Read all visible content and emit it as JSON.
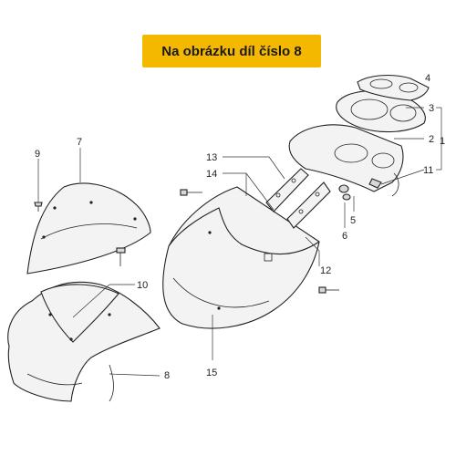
{
  "banner": {
    "text": "Na obrázku díl číslo 8",
    "color": "#f5b800"
  },
  "callouts": {
    "c1": "1",
    "c2": "2",
    "c3": "3",
    "c4": "4",
    "c5": "5",
    "c6": "6",
    "c7": "7",
    "c8": "8",
    "c9": "9",
    "c10": "10",
    "c11": "11",
    "c12": "12",
    "c13": "13",
    "c14": "14",
    "c15": "15"
  }
}
